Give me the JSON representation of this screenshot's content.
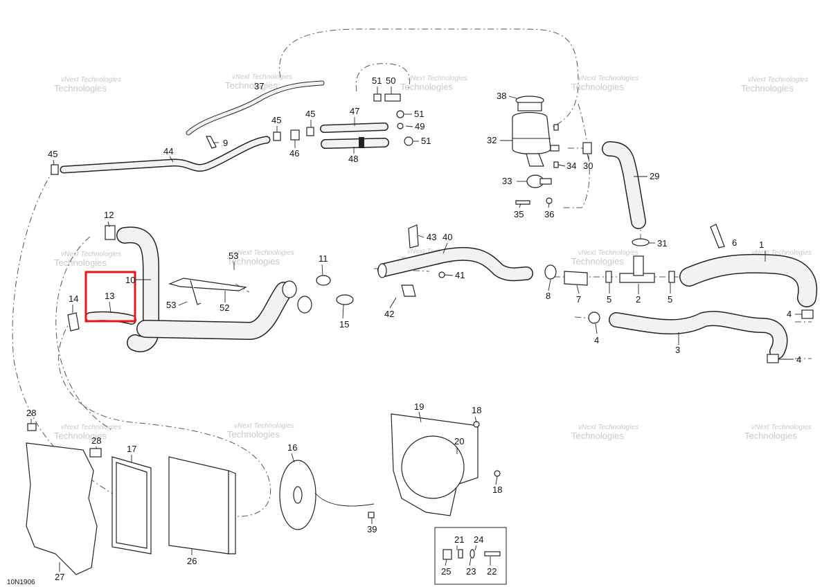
{
  "diagram": {
    "drawing_code": "10N1906",
    "watermark": {
      "line1": "vNext Technologies",
      "line2": "Technologies"
    },
    "highlight": {
      "color": "#e8151b",
      "target_callout": "13"
    },
    "callouts": [
      "1",
      "2",
      "3",
      "4",
      "4",
      "4",
      "5",
      "5",
      "6",
      "7",
      "8",
      "9",
      "10",
      "11",
      "12",
      "13",
      "14",
      "15",
      "16",
      "17",
      "18",
      "18",
      "19",
      "20",
      "21",
      "22",
      "23",
      "24",
      "25",
      "26",
      "27",
      "28",
      "28",
      "29",
      "30",
      "31",
      "32",
      "33",
      "34",
      "35",
      "36",
      "37",
      "38",
      "39",
      "40",
      "41",
      "42",
      "43",
      "44",
      "45",
      "45",
      "45",
      "46",
      "47",
      "48",
      "49",
      "50",
      "51",
      "51",
      "51",
      "52",
      "53",
      "53"
    ]
  }
}
